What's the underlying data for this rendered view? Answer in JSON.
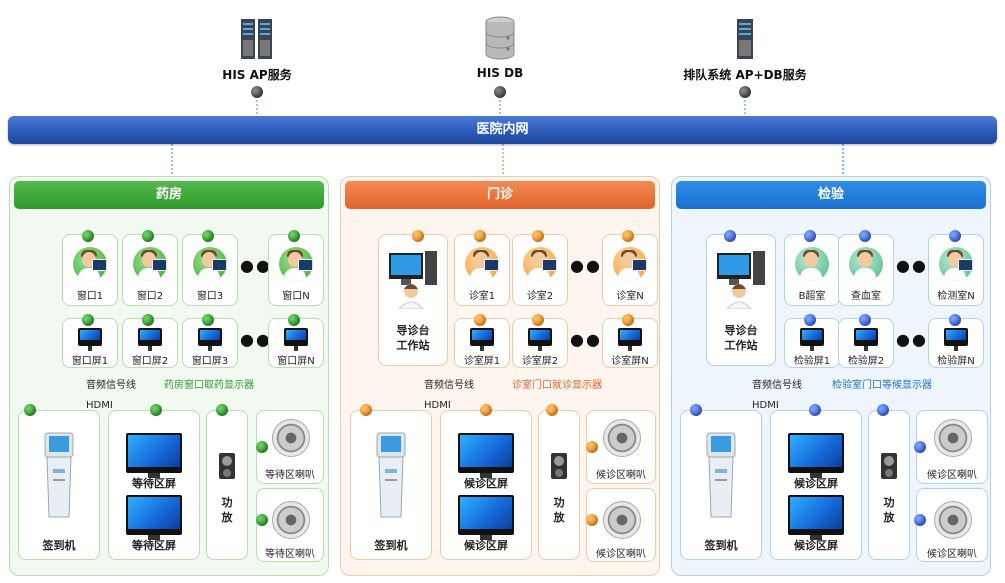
{
  "servers": {
    "his_ap": "HIS  AP服务",
    "his_db": "HIS  DB",
    "queue": "排队系统 AP+DB服务"
  },
  "network": {
    "label": "医院内网"
  },
  "sections": {
    "pharmacy": {
      "title": "药房",
      "windows": [
        "窗口1",
        "窗口2",
        "窗口3",
        "窗口N"
      ],
      "screens": [
        "窗口屏1",
        "窗口屏2",
        "窗口屏3",
        "窗口屏N"
      ],
      "audio_label": "音频信号线",
      "display_caption": "药房窗口取药显示器",
      "hdmi_label": "HDMI",
      "checkin": "签到机",
      "waiting_screen_1": "等待区屏",
      "waiting_screen_2": "等待区屏",
      "amp": "功\n放",
      "speaker_1": "等待区喇叭",
      "speaker_2": "等待区喇叭"
    },
    "outpatient": {
      "title": "门诊",
      "workstation": "导诊台\n工作站",
      "rooms": [
        "诊室1",
        "诊室2",
        "诊室N"
      ],
      "screens": [
        "诊室屏1",
        "诊室屏2",
        "诊室屏N"
      ],
      "audio_label": "音频信号线",
      "display_caption": "诊室门口就诊显示器",
      "hdmi_label": "HDMI",
      "checkin": "签到机",
      "waiting_screen_1": "候诊区屏",
      "waiting_screen_2": "候诊区屏",
      "amp": "功\n放",
      "speaker_1": "候诊区喇叭",
      "speaker_2": "候诊区喇叭"
    },
    "lab": {
      "title": "检验",
      "workstation": "导诊台\n工作站",
      "rooms": [
        "B超室",
        "查血室",
        "检测室N"
      ],
      "screens": [
        "检验屏1",
        "检验屏2",
        "检验屏N"
      ],
      "audio_label": "音频信号线",
      "display_caption": "检验室门口等候显示器",
      "hdmi_label": "HDMI",
      "checkin": "签到机",
      "waiting_screen_1": "候诊区屏",
      "waiting_screen_2": "候诊区屏",
      "amp": "功\n放",
      "speaker_1": "候诊区喇叭",
      "speaker_2": "候诊区喇叭"
    }
  },
  "ellipsis": "●●●",
  "colors": {
    "green": "#2f9a2c",
    "orange": "#e0622c",
    "blue": "#1a6fd0",
    "network": "#2c5ab8"
  }
}
